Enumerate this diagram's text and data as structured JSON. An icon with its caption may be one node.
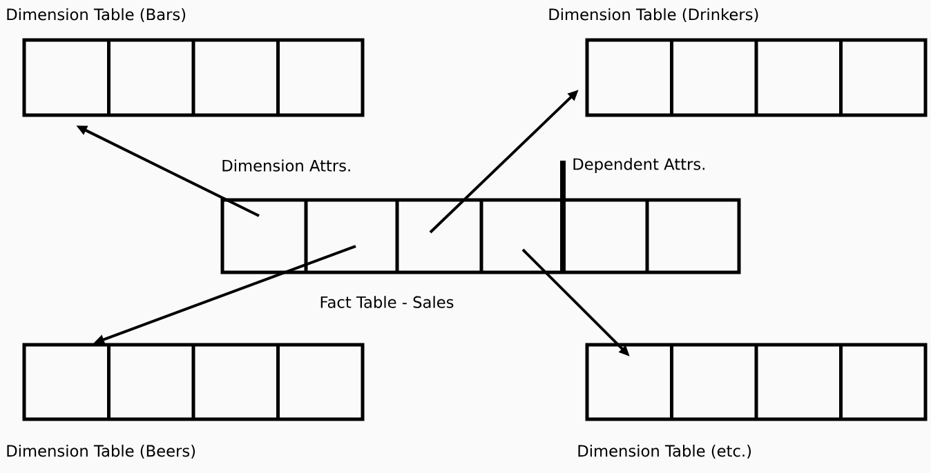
{
  "diagram": {
    "nodes": [
      {
        "text": [
          "Dimension Table (Bars)"
        ]
      },
      {
        "text": [
          "Dimension Table (Drinkers)"
        ]
      },
      {
        "text": [
          "Fact Table - Sales"
        ]
      },
      {
        "text": [
          "Dimension Table (Beers)"
        ]
      },
      {
        "text": [
          "Dimension Table (etc.)"
        ]
      }
    ],
    "edges": [
      {
        "from": 2,
        "to": 0,
        "arrow": "to"
      },
      {
        "from": 2,
        "to": 1,
        "arrow": "to"
      },
      {
        "from": 2,
        "to": 3,
        "arrow": "to"
      },
      {
        "from": 2,
        "to": 4,
        "arrow": "to"
      }
    ],
    "labels": [
      "Dimension Attrs.",
      "Dependent Attrs."
    ]
  }
}
